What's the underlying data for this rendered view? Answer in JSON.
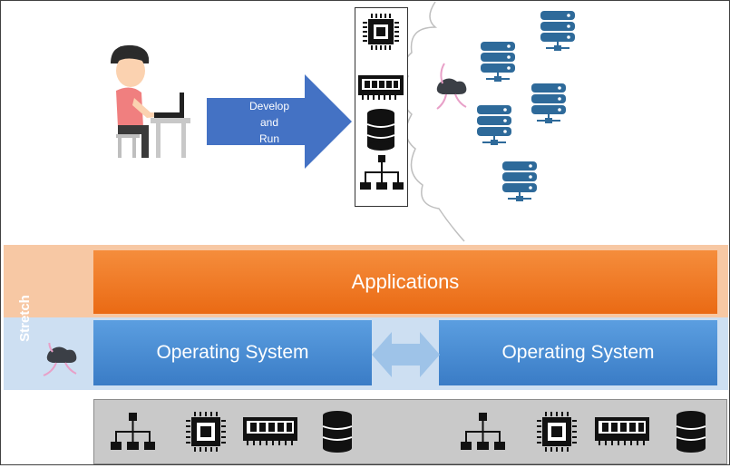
{
  "arrow": {
    "label": "Develop\nand\nRun"
  },
  "layers": {
    "stretch_label": "Stretch",
    "applications": "Applications",
    "os_left": "Operating System",
    "os_right": "Operating System"
  },
  "colors": {
    "applications": "#ed7d31",
    "operating_system": "#4a8ad6",
    "arrow": "#4472c4",
    "server": "#2e6a9a",
    "stretch_top_band": "#f7c8a4",
    "stretch_bottom_band": "#cddff2",
    "hardware_bar": "#c9c9c9"
  }
}
